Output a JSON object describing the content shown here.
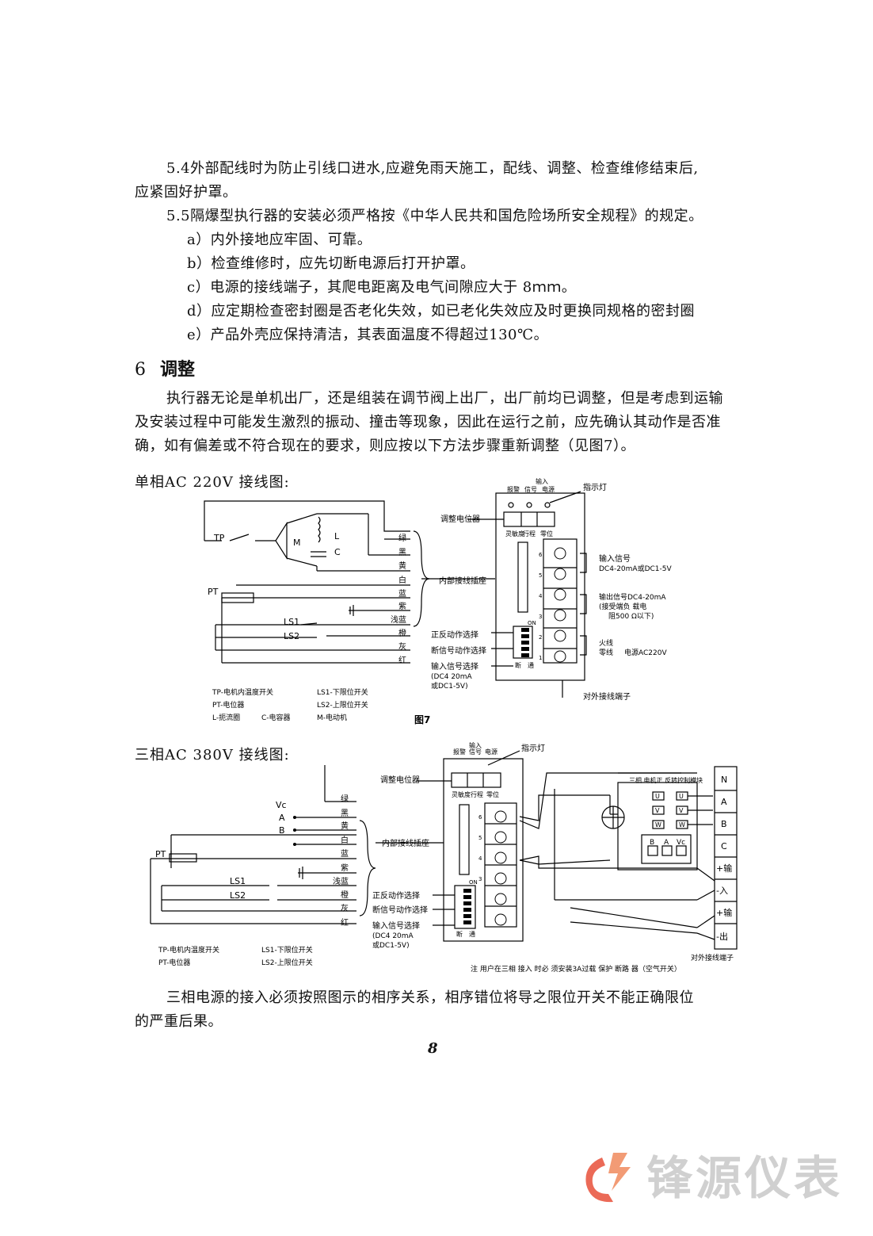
{
  "sections": {
    "p54_a": "5.4外部配线时为防止引线口进水,应避免雨天施工，配线、调整、检查维修结束后,",
    "p54_b": "应紧固好护罩。",
    "p55": "5.5隔爆型执行器的安装必须严格按《中华人民共和国危险场所安全规程》的规定。",
    "items": [
      "a）内外接地应牢固、可靠。",
      "b）检查维修时，应先切断电源后打开护罩。",
      "c）电源的接线端子，其爬电距离及电气间隙应大于 8ｍｍ。",
      "d）应定期检查密封圈是否老化失效，如已老化失效应及时更换同规格的密封圈",
      "e）产品外壳应保持清洁，其表面温度不得超过130℃。"
    ],
    "heading_num": "6",
    "heading_text": "调整",
    "intro_1": "执行器无论是单机出厂，还是组装在调节阀上出厂，出厂前均已调整，但是考虑到运输",
    "intro_2": "及安装过程中可能发生激烈的振动、撞击等现象，因此在运行之前，应先确认其动作是否准",
    "intro_3": "确，如有偏差或不符合现在的要求，则应按以下方法步骤重新调整（见图7）。",
    "closing_1": "三相电源的接入必须按照图示的相序关系，相序错位将导之限位开关不能正确限位",
    "closing_2": "的严重后果。"
  },
  "diagram1": {
    "title": "单相AC 220V 接线图:",
    "wires": [
      "绿",
      "黑",
      "黄",
      "白",
      "蓝",
      "紫",
      "浅蓝",
      "橙",
      "灰",
      "红"
    ],
    "tp": "TP",
    "pt": "PT",
    "ls1": "LS1",
    "ls2": "LS2",
    "m": "M",
    "l": "L",
    "c": "C",
    "header_top": "输入",
    "header_labels": [
      "报警",
      "信号",
      "电源"
    ],
    "indicator": "指示灯",
    "pot_label": "调整电位器",
    "pot_sub": [
      "灵敏度",
      "行程",
      "零位"
    ],
    "socket_label": "内部接线插座",
    "dip_labels": [
      "正反动作选择",
      "断信号动作选择",
      "输入信号选择"
    ],
    "dip_sub": [
      "(DC4  20mA",
      "或DC1-5V)"
    ],
    "dip_on": "ON",
    "dip_bottom": [
      "断",
      "通"
    ],
    "term_nums": [
      "6",
      "5",
      "4",
      "3",
      "2",
      "1"
    ],
    "input_sig": [
      "输入信号",
      "DC4-20mA或DC1-5V"
    ],
    "output_sig": [
      "输出信号DC4-20mA",
      "(接受端负  载电",
      "阻500 Ω以下)"
    ],
    "power": [
      "火线",
      "零线",
      "电源AC220V"
    ],
    "ext_term": "对外接线端子",
    "legend": [
      "TP-电机内温度开关",
      "LS1-下限位开关",
      "PT-电位器",
      "LS2-上限位开关",
      "L-扼流圈",
      "C-电容器",
      "M-电动机"
    ],
    "fig": "图7"
  },
  "diagram2": {
    "title": "三相AC 380V 接线图:",
    "phases": [
      "Vc",
      "A",
      "B"
    ],
    "module_title": "三相 电机正 反转控制模块",
    "module_pins": [
      "U",
      "V",
      "W"
    ],
    "module_bottom": [
      "B",
      "A",
      "Vc"
    ],
    "right_terms": [
      "N",
      "A",
      "B",
      "C",
      "+输",
      "-入",
      "+输",
      "-出"
    ],
    "legend": [
      "TP-电机内温度开关",
      "LS1-下限位开关",
      "PT-电位器",
      "LS2-上限位开关"
    ],
    "note": "注  用户在三相 接入 时必 须安装3A过载 保护 断路 器（空气开关）",
    "ext_term": "对外接线端子"
  },
  "page_number": "8",
  "logo_text": "锋源仪表",
  "colors": {
    "logo_red": "#e8503a",
    "logo_gray": "#d0d0d0"
  }
}
